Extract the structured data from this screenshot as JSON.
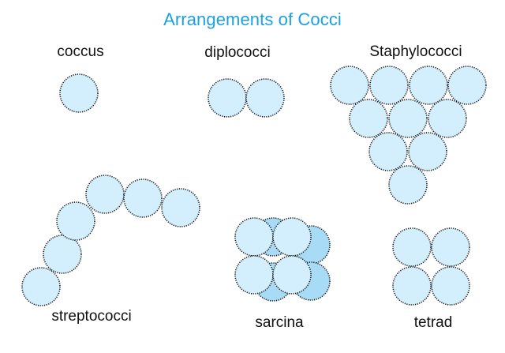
{
  "title": "Arrangements of Cocci",
  "labels": {
    "coccus": "coccus",
    "diplococci": "diplococci",
    "staphylococci": "Staphylococci",
    "streptococci": "streptococci",
    "sarcina": "sarcina",
    "tetrad": "tetrad"
  },
  "colors": {
    "title": "#1ba1e2",
    "cell_fill": "#d3effd",
    "cell_back_fill": "#a8dcf6",
    "cell_stroke": "#1a1a1a"
  }
}
